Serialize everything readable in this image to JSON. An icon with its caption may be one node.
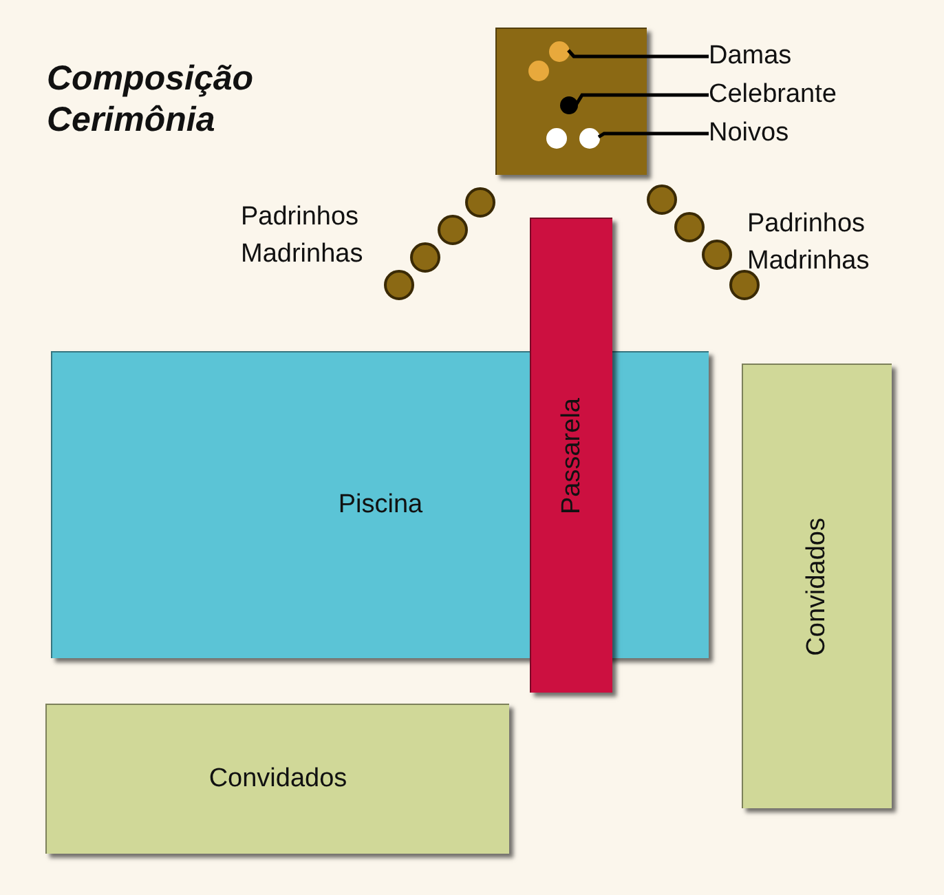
{
  "diagram": {
    "title": "Composição Cerimônia",
    "nodes": [
      {
        "text": [],
        "shape": "box"
      },
      {
        "text": [],
        "shape": "circle",
        "in": 0
      },
      {
        "text": [],
        "shape": "circle",
        "in": 0
      },
      {
        "text": [],
        "shape": "circle",
        "in": 0
      },
      {
        "text": [],
        "shape": "circle",
        "in": 0
      },
      {
        "text": [],
        "shape": "circle",
        "in": 0
      },
      {
        "text": [
          "Damas"
        ]
      },
      {
        "text": [
          "Celebrante"
        ]
      },
      {
        "text": [
          "Noivos"
        ]
      },
      {
        "text": [
          "Passarela"
        ]
      },
      {
        "text": [
          "Piscina"
        ]
      },
      {
        "text": [
          "Convidados"
        ]
      },
      {
        "text": [
          "Convidados"
        ]
      }
    ],
    "edges": [
      {
        "from": 6,
        "to": 2,
        "arrow": "none"
      },
      {
        "from": 7,
        "to": 3,
        "arrow": "none"
      },
      {
        "from": 8,
        "to": 5,
        "arrow": "none"
      }
    ],
    "labels": [
      "Padrinhos Madrinhas",
      "Padrinhos Madrinhas"
    ]
  }
}
